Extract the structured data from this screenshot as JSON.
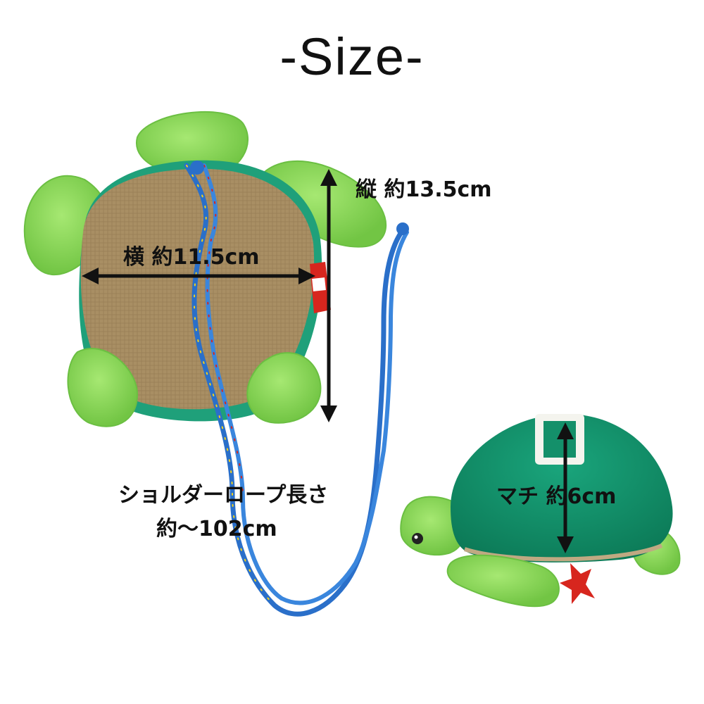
{
  "title": "-Size-",
  "labels": {
    "width": "横 約11.5cm",
    "height": "縦 約13.5cm",
    "depth": "マチ 約6cm",
    "rope_line1": "ショルダーロープ長さ",
    "rope_line2": "約〜102cm"
  },
  "colors": {
    "flipper_green": "#8fdc5a",
    "shell_tan": "#a98f64",
    "rim_teal": "#1fa07a",
    "shell_green": "#14906a",
    "rope_blue": "#2a6fc9",
    "tag_red": "#d7261e",
    "arrow": "#111111"
  }
}
